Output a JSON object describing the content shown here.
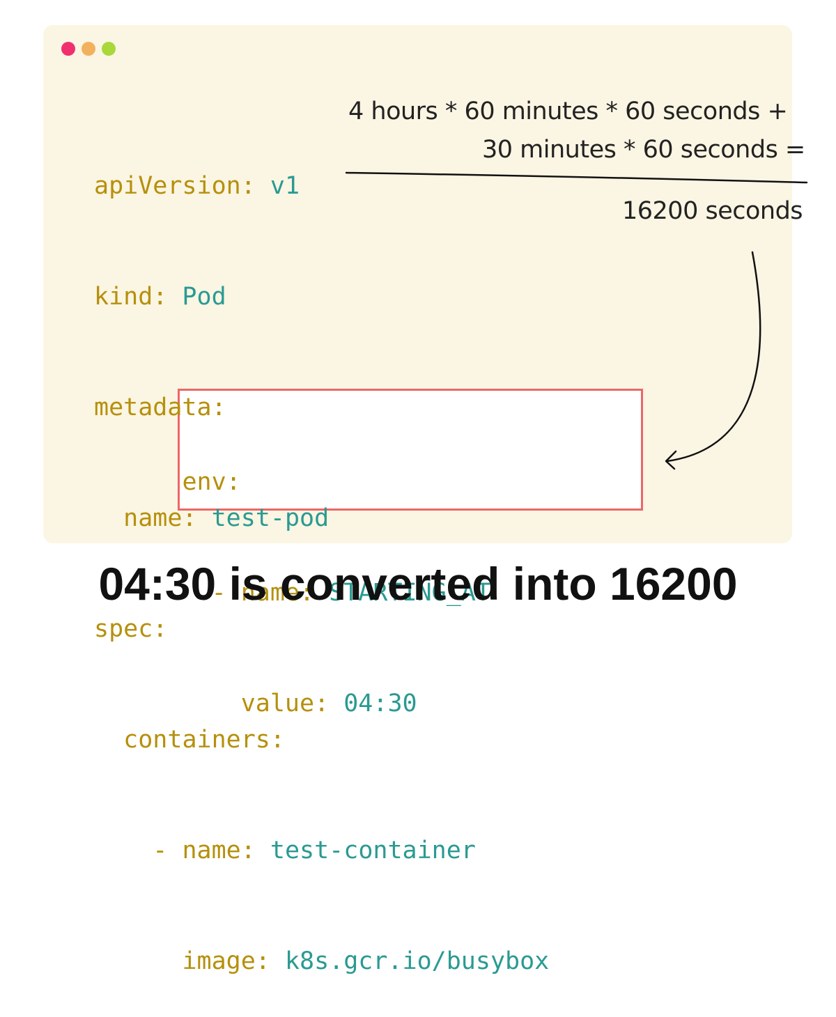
{
  "window": {
    "dots": [
      {
        "name": "close",
        "color": "#f0306e"
      },
      {
        "name": "minimize",
        "color": "#f2b15c"
      },
      {
        "name": "maximize",
        "color": "#a9d83a"
      }
    ]
  },
  "code": {
    "lines": [
      {
        "indent": "",
        "key": "apiVersion:",
        "value": " v1"
      },
      {
        "indent": "",
        "key": "kind:",
        "value": " Pod"
      },
      {
        "indent": "",
        "key": "metadata:",
        "value": ""
      },
      {
        "indent": "  ",
        "key": "name:",
        "value": " test-pod"
      },
      {
        "indent": "",
        "key": "spec:",
        "value": ""
      },
      {
        "indent": "  ",
        "key": "containers:",
        "value": ""
      },
      {
        "indent": "    ",
        "key": "- name:",
        "value": " test-container"
      },
      {
        "indent": "      ",
        "key": "image:",
        "value": " k8s.gcr.io/busybox"
      }
    ],
    "env_lines": [
      {
        "indent": "      ",
        "key": "env:",
        "value": ""
      },
      {
        "indent": "        ",
        "key": "- name:",
        "value": " STARTING_AT"
      },
      {
        "indent": "          ",
        "key": "value:",
        "value": " 04:30"
      }
    ],
    "colors": {
      "key": "#b6900c",
      "value": "#2a9a92",
      "highlight_border": "#ec6767"
    }
  },
  "annotation": {
    "line1": "4 hours * 60 minutes * 60 seconds +",
    "line2": "30 minutes * 60 seconds =",
    "result": "16200 seconds"
  },
  "caption": "04:30 is converted into 16200"
}
